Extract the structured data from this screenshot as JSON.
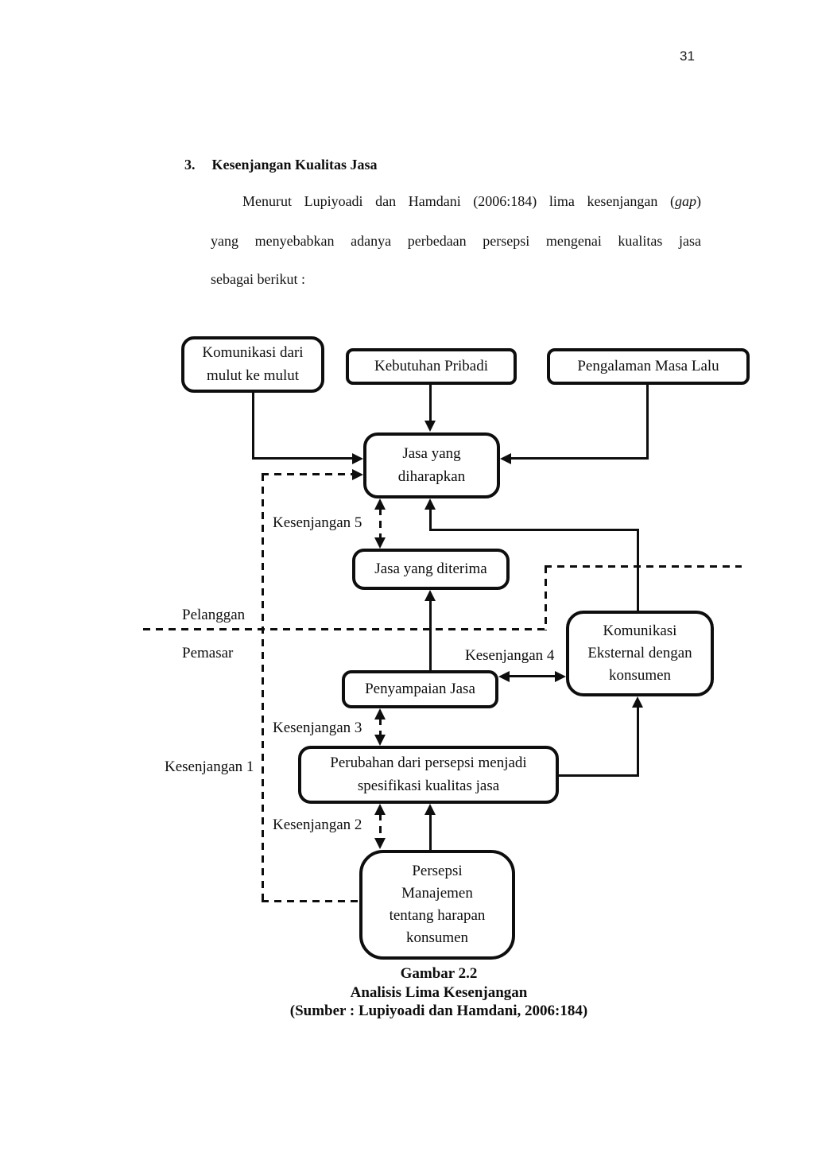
{
  "page_number": "31",
  "heading": {
    "number": "3.",
    "title": "Kesenjangan Kualitas Jasa"
  },
  "paragraph": {
    "line1_pre": "Menurut Lupiyoadi dan Hamdani (2006:184) lima kesenjangan (",
    "line1_italic": "gap",
    "line1_post": ")",
    "line2": "yang menyebabkan adanya perbedaan persepsi mengenai kualitas jasa",
    "line3": "sebagai berikut :"
  },
  "diagram": {
    "boxes": {
      "komunikasi_mulut": "Komunikasi dari\nmulut ke mulut",
      "kebutuhan_pribadi": "Kebutuhan Pribadi",
      "pengalaman_masa_lalu": "Pengalaman Masa Lalu",
      "jasa_diharapkan": "Jasa yang\ndiharapkan",
      "jasa_diterima": "Jasa yang diterima",
      "komunikasi_eksternal": "Komunikasi\nEksternal dengan\nkonsumen",
      "penyampaian_jasa": "Penyampaian Jasa",
      "perubahan_persepsi": "Perubahan dari persepsi menjadi\nspesifikasi kualitas jasa",
      "persepsi_manajemen": "Persepsi\nManajemen\ntentang harapan\nkonsumen"
    },
    "labels": {
      "kesenjangan_5": "Kesenjangan 5",
      "kesenjangan_4": "Kesenjangan 4",
      "kesenjangan_3": "Kesenjangan 3",
      "kesenjangan_2": "Kesenjangan 2",
      "kesenjangan_1": "Kesenjangan 1",
      "pelanggan": "Pelanggan",
      "pemasar": "Pemasar"
    },
    "caption": {
      "figure_number": "Gambar 2.2",
      "figure_title": "Analisis Lima Kesenjangan",
      "source": "(Sumber : Lupiyoadi dan Hamdani, 2006:184)"
    },
    "colors": {
      "line": "#0e0e0e",
      "background": "#ffffff"
    }
  }
}
